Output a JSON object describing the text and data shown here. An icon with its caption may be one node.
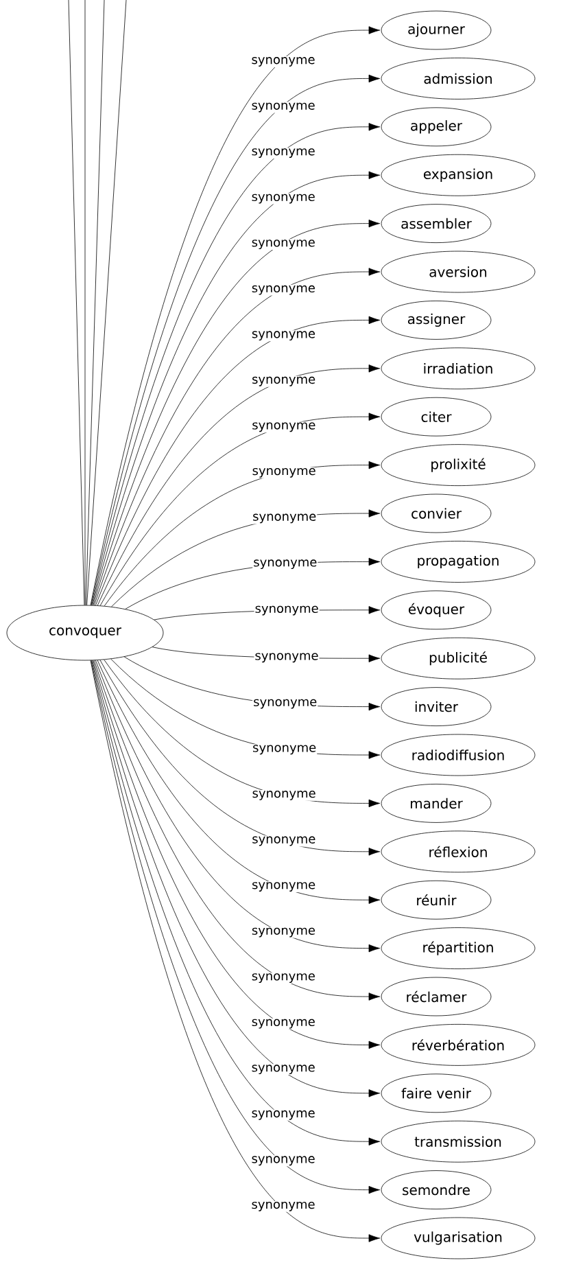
{
  "diagram": {
    "nodes": [
      {
        "text": [
          "convoquer"
        ]
      },
      {
        "text": [
          "ajourner"
        ]
      },
      {
        "text": [
          "admission"
        ]
      },
      {
        "text": [
          "appeler"
        ]
      },
      {
        "text": [
          "expansion"
        ]
      },
      {
        "text": [
          "assembler"
        ]
      },
      {
        "text": [
          "aversion"
        ]
      },
      {
        "text": [
          "assigner"
        ]
      },
      {
        "text": [
          "irradiation"
        ]
      },
      {
        "text": [
          "citer"
        ]
      },
      {
        "text": [
          "prolixité"
        ]
      },
      {
        "text": [
          "convier"
        ]
      },
      {
        "text": [
          "propagation"
        ]
      },
      {
        "text": [
          "évoquer"
        ]
      },
      {
        "text": [
          "publicité"
        ]
      },
      {
        "text": [
          "inviter"
        ]
      },
      {
        "text": [
          "radiodiffusion"
        ]
      },
      {
        "text": [
          "mander"
        ]
      },
      {
        "text": [
          "réflexion"
        ]
      },
      {
        "text": [
          "réunir"
        ]
      },
      {
        "text": [
          "répartition"
        ]
      },
      {
        "text": [
          "réclamer"
        ]
      },
      {
        "text": [
          "réverbération"
        ]
      },
      {
        "text": [
          "faire venir"
        ]
      },
      {
        "text": [
          "transmission"
        ]
      },
      {
        "text": [
          "semondre"
        ]
      },
      {
        "text": [
          "vulgarisation"
        ]
      }
    ],
    "edges": [
      {
        "from": 0,
        "to": 1,
        "arrow": "to",
        "label": "synonyme"
      },
      {
        "from": 0,
        "to": 2,
        "arrow": "to",
        "label": "synonyme"
      },
      {
        "from": 0,
        "to": 3,
        "arrow": "to",
        "label": "synonyme"
      },
      {
        "from": 0,
        "to": 4,
        "arrow": "to",
        "label": "synonyme"
      },
      {
        "from": 0,
        "to": 5,
        "arrow": "to",
        "label": "synonyme"
      },
      {
        "from": 0,
        "to": 6,
        "arrow": "to",
        "label": "synonyme"
      },
      {
        "from": 0,
        "to": 7,
        "arrow": "to",
        "label": "synonyme"
      },
      {
        "from": 0,
        "to": 8,
        "arrow": "to",
        "label": "synonyme"
      },
      {
        "from": 0,
        "to": 9,
        "arrow": "to",
        "label": "synonyme"
      },
      {
        "from": 0,
        "to": 10,
        "arrow": "to",
        "label": "synonyme"
      },
      {
        "from": 0,
        "to": 11,
        "arrow": "to",
        "label": "synonyme"
      },
      {
        "from": 0,
        "to": 12,
        "arrow": "to",
        "label": "synonyme"
      },
      {
        "from": 0,
        "to": 13,
        "arrow": "to",
        "label": "synonyme"
      },
      {
        "from": 0,
        "to": 14,
        "arrow": "to",
        "label": "synonyme"
      },
      {
        "from": 0,
        "to": 15,
        "arrow": "to",
        "label": "synonyme"
      },
      {
        "from": 0,
        "to": 16,
        "arrow": "to",
        "label": "synonyme"
      },
      {
        "from": 0,
        "to": 17,
        "arrow": "to",
        "label": "synonyme"
      },
      {
        "from": 0,
        "to": 18,
        "arrow": "to",
        "label": "synonyme"
      },
      {
        "from": 0,
        "to": 19,
        "arrow": "to",
        "label": "synonyme"
      },
      {
        "from": 0,
        "to": 20,
        "arrow": "to",
        "label": "synonyme"
      },
      {
        "from": 0,
        "to": 21,
        "arrow": "to",
        "label": "synonyme"
      },
      {
        "from": 0,
        "to": 22,
        "arrow": "to",
        "label": "synonyme"
      },
      {
        "from": 0,
        "to": 23,
        "arrow": "to",
        "label": "synonyme"
      },
      {
        "from": 0,
        "to": 24,
        "arrow": "to",
        "label": "synonyme"
      },
      {
        "from": 0,
        "to": 25,
        "arrow": "to",
        "label": "synonyme"
      },
      {
        "from": 0,
        "to": 26,
        "arrow": "to",
        "label": "synonyme"
      },
      {
        "from": 0,
        "to": null,
        "arrow": "none"
      },
      {
        "from": 0,
        "to": null,
        "arrow": "none"
      },
      {
        "from": 0,
        "to": null,
        "arrow": "none"
      },
      {
        "from": 0,
        "to": null,
        "arrow": "none"
      }
    ]
  }
}
